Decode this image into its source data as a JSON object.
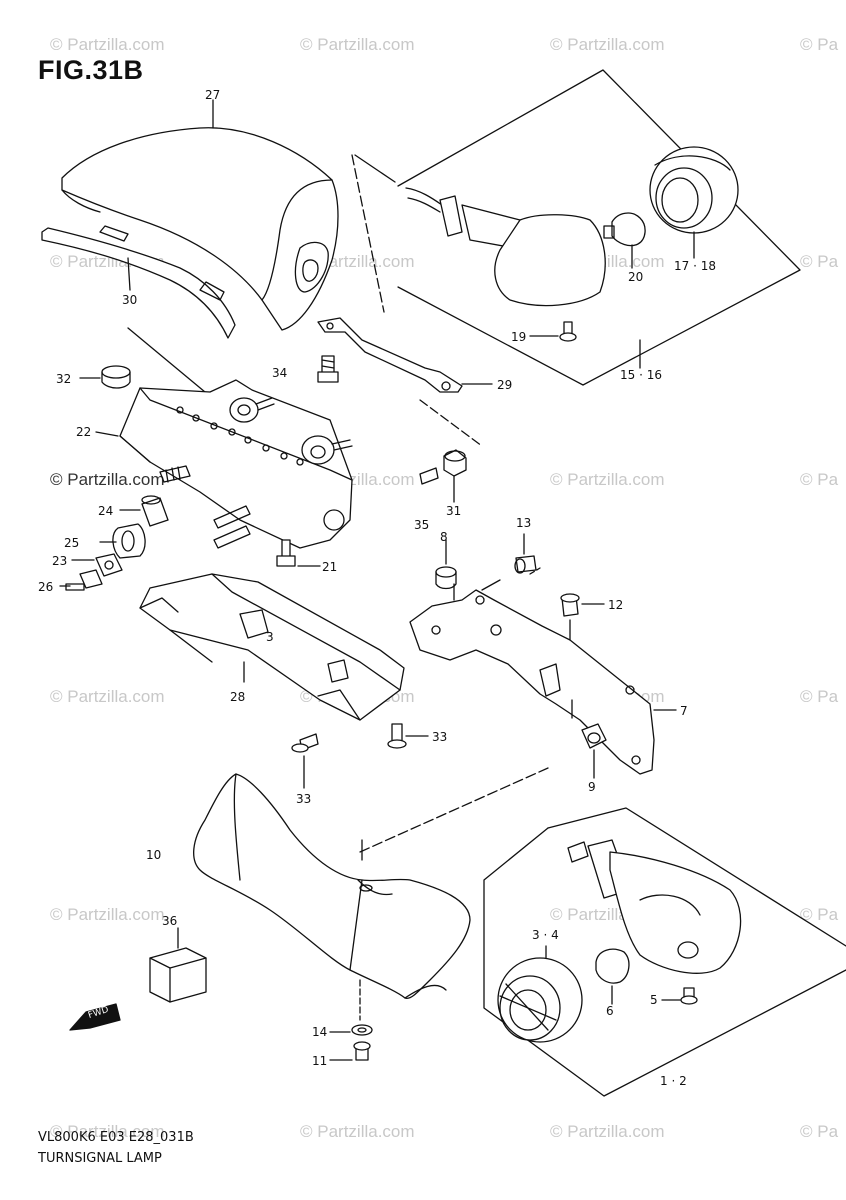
{
  "figure": {
    "title": "FIG.31B",
    "model_code": "VL800K6 E03 E28_031B",
    "caption": "TURNSIGNAL LAMP"
  },
  "watermark": {
    "text": "© Partzilla.com",
    "edge_fragment": "© Pa",
    "dark_text": "© Partzilla.com"
  },
  "part_labels": {
    "p27": "27",
    "p30": "30",
    "p32": "32",
    "p34": "34",
    "p22": "22",
    "p29": "29",
    "p19": "19",
    "p20": "20",
    "p17_18": "17 · 18",
    "p15_16": "15 · 16",
    "p31": "31",
    "p24": "24",
    "p25": "25",
    "p23": "23",
    "p26": "26",
    "p21": "21",
    "p35": "35",
    "p8": "8",
    "p13": "13",
    "p12": "12",
    "p3": "3",
    "p28": "28",
    "p7": "7",
    "p33a": "33",
    "p33b": "33",
    "p9": "9",
    "p10": "10",
    "p36": "36",
    "p3_4": "3 · 4",
    "p6": "6",
    "p5": "5",
    "p14": "14",
    "p11": "11",
    "p1_2": "1 · 2"
  },
  "front_badge": "FWD"
}
